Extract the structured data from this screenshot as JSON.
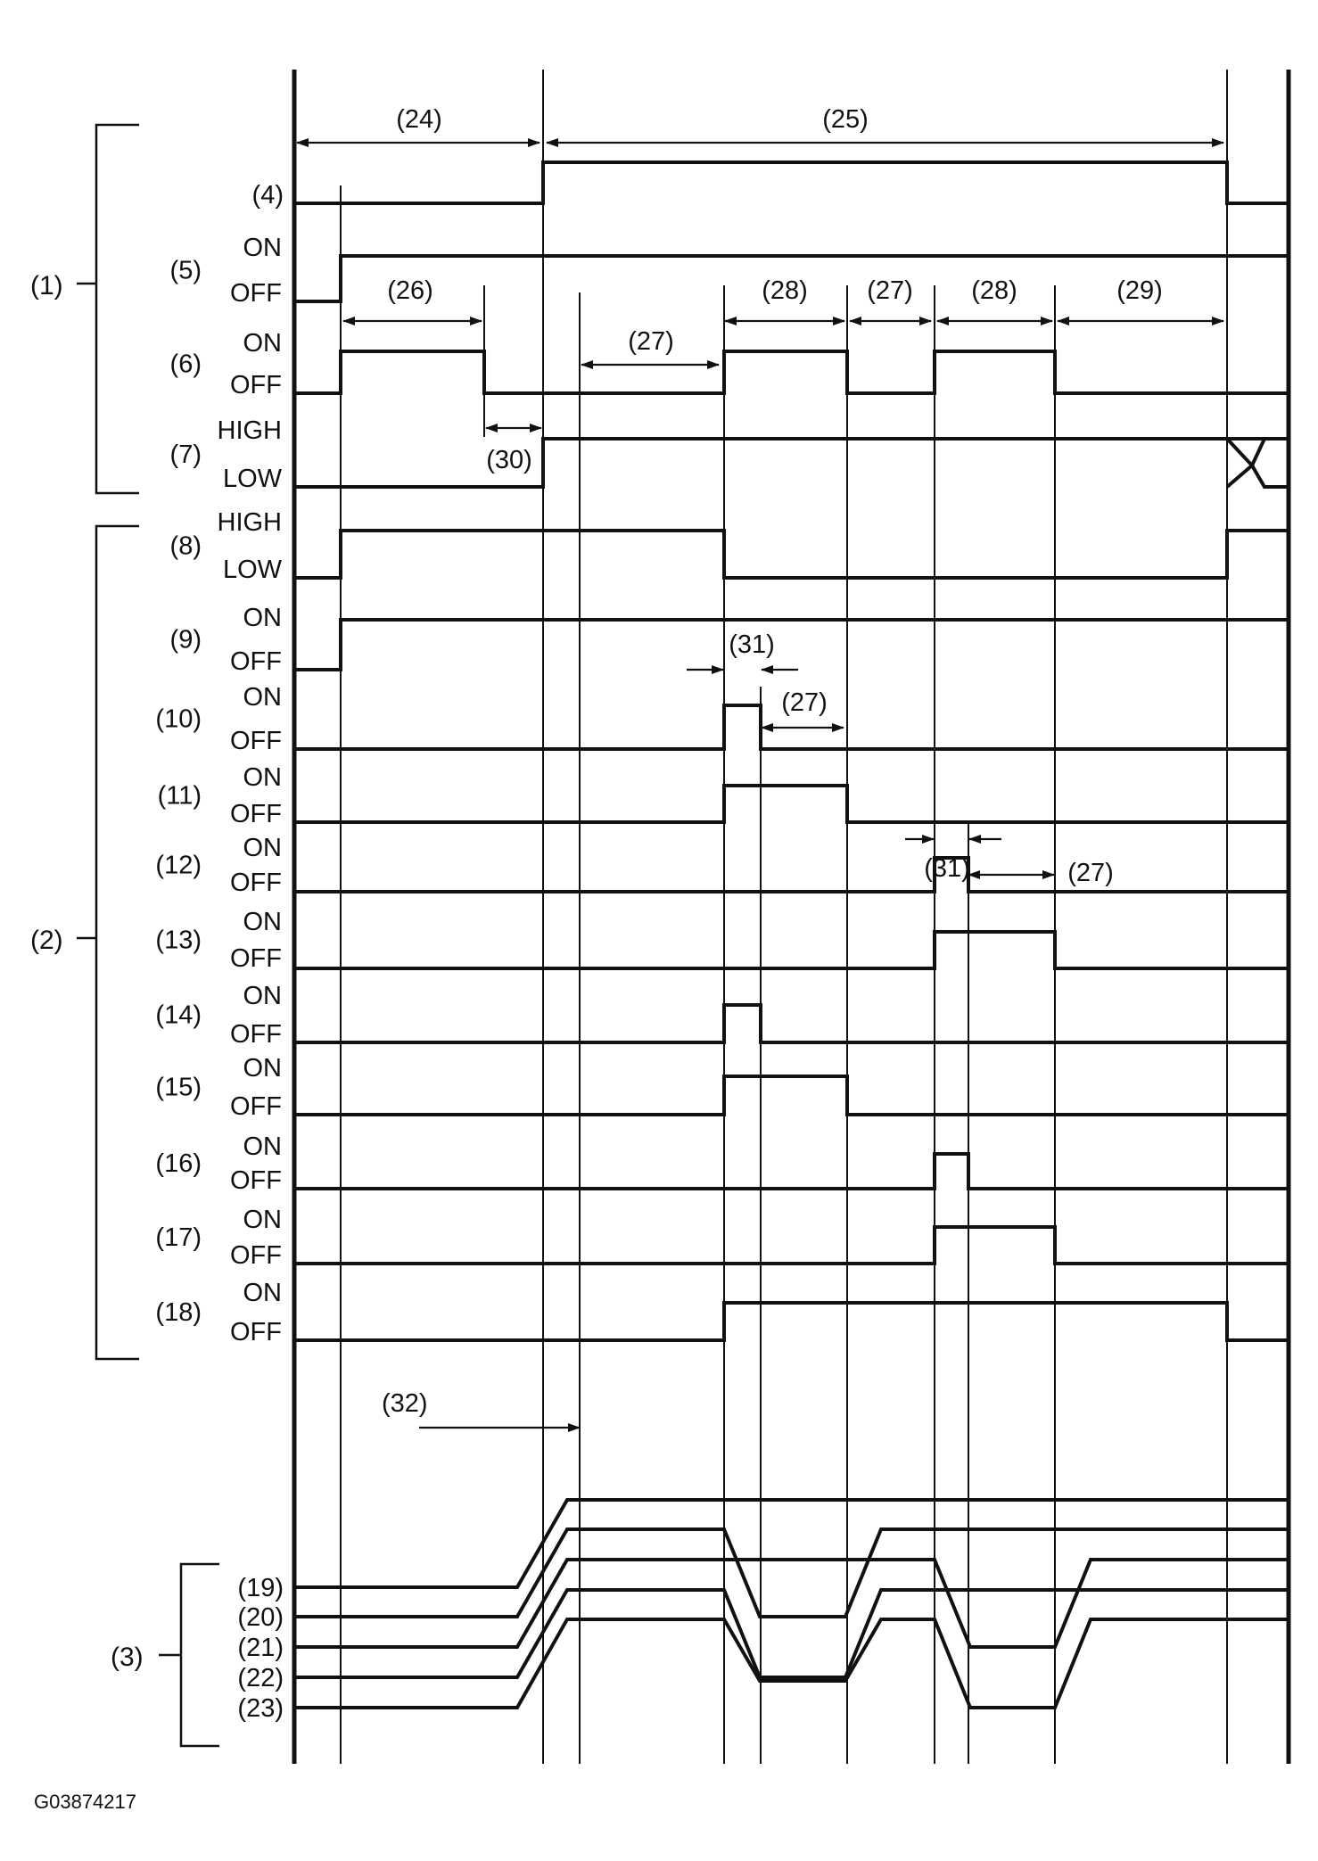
{
  "figure_code": "G03874217",
  "group_labels": [
    "(1)",
    "(2)",
    "(3)"
  ],
  "signals": [
    {
      "label": "(4)",
      "high": "",
      "low": ""
    },
    {
      "label": "(5)",
      "high": "ON",
      "low": "OFF"
    },
    {
      "label": "(6)",
      "high": "ON",
      "low": "OFF"
    },
    {
      "label": "(7)",
      "high": "HIGH",
      "low": "LOW"
    },
    {
      "label": "(8)",
      "high": "HIGH",
      "low": "LOW"
    },
    {
      "label": "(9)",
      "high": "ON",
      "low": "OFF"
    },
    {
      "label": "(10)",
      "high": "ON",
      "low": "OFF"
    },
    {
      "label": "(11)",
      "high": "ON",
      "low": "OFF"
    },
    {
      "label": "(12)",
      "high": "ON",
      "low": "OFF"
    },
    {
      "label": "(13)",
      "high": "ON",
      "low": "OFF"
    },
    {
      "label": "(14)",
      "high": "ON",
      "low": "OFF"
    },
    {
      "label": "(15)",
      "high": "ON",
      "low": "OFF"
    },
    {
      "label": "(16)",
      "high": "ON",
      "low": "OFF"
    },
    {
      "label": "(17)",
      "high": "ON",
      "low": "OFF"
    },
    {
      "label": "(18)",
      "high": "ON",
      "low": "OFF"
    }
  ],
  "bus_labels": [
    "(19)",
    "(20)",
    "(21)",
    "(22)",
    "(23)"
  ],
  "intervals": [
    {
      "label": "(24)"
    },
    {
      "label": "(25)"
    },
    {
      "label": "(26)"
    },
    {
      "label": "(27)"
    },
    {
      "label": "(28)"
    },
    {
      "label": "(27)"
    },
    {
      "label": "(28)"
    },
    {
      "label": "(29)"
    },
    {
      "label": "(30)"
    },
    {
      "label": "(31)"
    },
    {
      "label": "(27)"
    },
    {
      "label": "(31)"
    },
    {
      "label": "(27)"
    }
  ],
  "pointer_label": "(32)"
}
